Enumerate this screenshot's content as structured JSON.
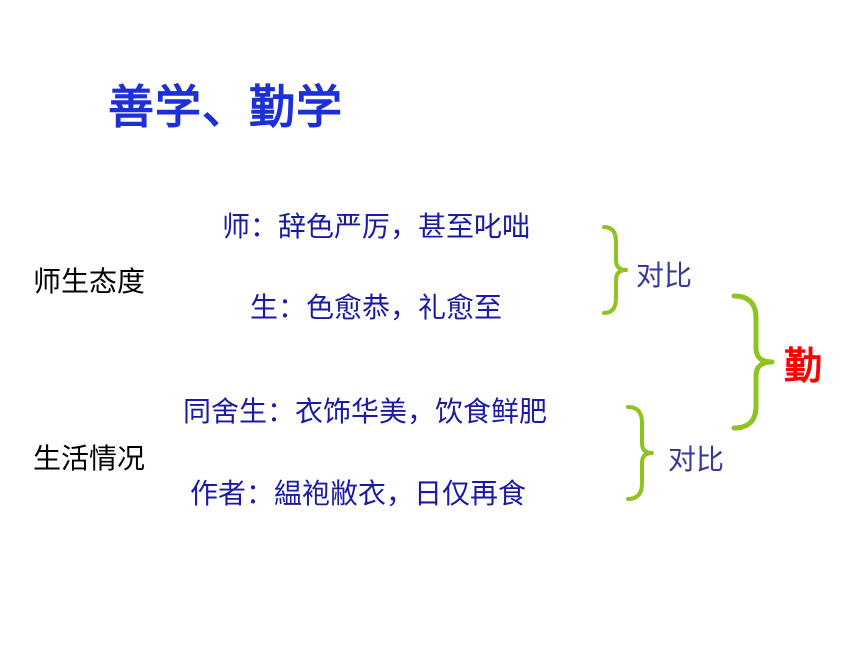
{
  "title": "善学、勤学",
  "sections": [
    {
      "category": "师生态度",
      "lines": [
        "师：辞色严厉，甚至叱咄",
        "生：色愈恭，礼愈至"
      ],
      "comparison": "对比"
    },
    {
      "category": "生活情况",
      "lines": [
        "同舍生：衣饰华美，饮食鲜肥",
        "作者：緼袍敝衣，日仅再食"
      ],
      "comparison": "对比"
    }
  ],
  "conclusion": "勤",
  "colors": {
    "title": "#1d2fd6",
    "lines": "#1a1aa6",
    "brace": "#8fc31f",
    "conclusion": "#ff0000"
  }
}
